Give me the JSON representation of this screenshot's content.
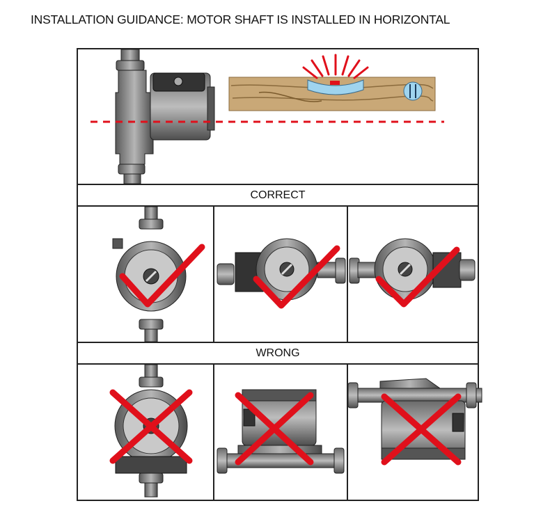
{
  "title": "INSTALLATION GUIDANCE: MOTOR SHAFT IS INSTALLED IN HORIZONTAL",
  "sections": {
    "correct_label": "CORRECT",
    "wrong_label": "WRONG"
  },
  "colors": {
    "mark_red": "#e0101b",
    "pump_gray": "#7b7b7b",
    "wood": "#c9a877",
    "bubble": "#9fd4ee"
  },
  "icons": [
    "check-mark-icon",
    "cross-mark-icon",
    "spirit-level-icon",
    "circulator-pump-icon"
  ]
}
